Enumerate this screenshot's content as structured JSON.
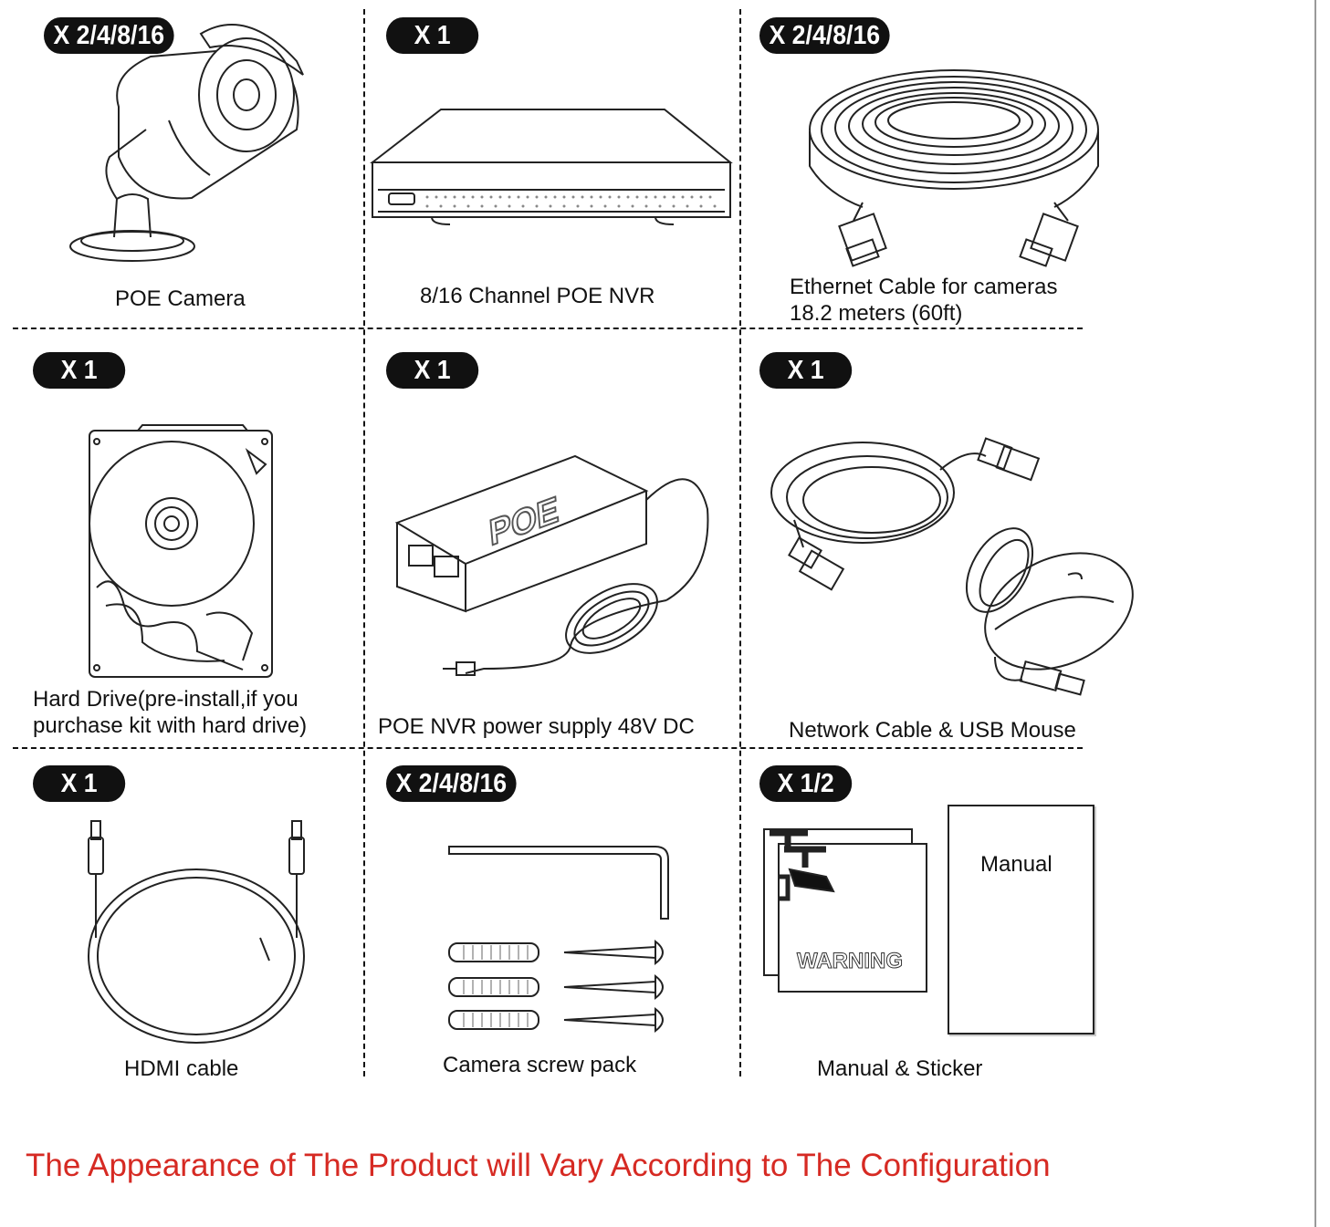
{
  "items": [
    {
      "quantity": "X 2/4/8/16",
      "caption_lines": [
        "POE Camera"
      ],
      "illustration": "bullet-camera-icon"
    },
    {
      "quantity": "X 1",
      "caption_lines": [
        "8/16 Channel POE NVR"
      ],
      "illustration": "nvr-recorder-icon"
    },
    {
      "quantity": "X 2/4/8/16",
      "caption_lines": [
        "Ethernet Cable for cameras",
        "18.2 meters (60ft)"
      ],
      "illustration": "ethernet-cable-coil-icon"
    },
    {
      "quantity": "X 1",
      "caption_lines": [
        "Hard Drive(pre-install,if you",
        "purchase kit with hard drive)"
      ],
      "illustration": "hard-drive-icon"
    },
    {
      "quantity": "X 1",
      "caption_lines": [
        "POE NVR power supply 48V DC"
      ],
      "illustration": "power-supply-icon",
      "illustration_text": "POE"
    },
    {
      "quantity": "X 1",
      "caption_lines": [
        "Network Cable & USB Mouse"
      ],
      "illustration": "network-cable-and-mouse-icon"
    },
    {
      "quantity": "X 1",
      "caption_lines": [
        "HDMI cable"
      ],
      "illustration": "hdmi-cable-icon"
    },
    {
      "quantity": "X 2/4/8/16",
      "caption_lines": [
        "Camera screw pack"
      ],
      "illustration": "screw-pack-icon"
    },
    {
      "quantity": "X 1/2",
      "caption_lines": [
        "Manual & Sticker"
      ],
      "illustration": "manual-and-sticker-icon",
      "sticker_text": "WARNING",
      "manual_text": "Manual"
    }
  ],
  "footer_note": "The Appearance of The Product will Vary According to The Configuration",
  "colors": {
    "note_red": "#d62a23",
    "badge_black": "#111111",
    "divider": "#111111"
  }
}
